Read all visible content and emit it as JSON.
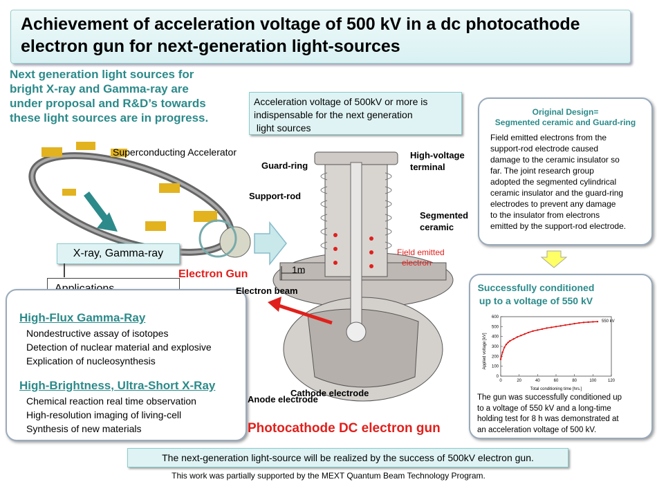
{
  "title": {
    "line1": "Achievement of acceleration voltage of 500 kV in a dc photocathode",
    "line2": "electron gun for next-generation light-sources"
  },
  "intro": {
    "line1": "Next generation light sources for",
    "line2": "bright X-ray and Gamma-ray are",
    "line3": "under proposal and R&D’s towards",
    "line4": "these light sources are in progress."
  },
  "accelerator_label": "Superconducting Accelerator",
  "xray_box": "X-ray, Gamma-ray",
  "applications_box": "Applications",
  "electron_gun_label": "Electron Gun",
  "gamma": {
    "heading": "High-Flux Gamma-Ray",
    "items": [
      "Nondestructive assay of isotopes",
      "Detection of nuclear material and explosive",
      "Explication of nucleosynthesis"
    ]
  },
  "xray": {
    "heading": "High-Brightness, Ultra-Short X-Ray",
    "items": [
      "Chemical reaction real time observation",
      "High-resolution imaging of living-cell",
      "Synthesis of new materials"
    ]
  },
  "voltage_note": {
    "line1": "Acceleration voltage of 500kV or more is",
    "line2": "indispensable for the next generation",
    "line3": " light sources"
  },
  "gun_labels": {
    "guard_ring": "Guard-ring",
    "support_rod": "Support-rod",
    "hv_terminal_1": "High-voltage",
    "hv_terminal_2": "terminal",
    "segmented_1": "Segmented",
    "segmented_2": "ceramic",
    "field_emitted_1": "Field emitted",
    "field_emitted_2": "electron",
    "scale": "1m",
    "electron_beam": "Electron beam",
    "anode": "Anode electrode",
    "cathode": "Cathode electrode",
    "caption": "Photocathode DC electron gun"
  },
  "design": {
    "title1": "Original Design=",
    "title2": "Segmented ceramic and Guard-ring",
    "lines": [
      "Field emitted electrons from the",
      "support-rod electrode caused",
      "damage to the ceramic insulator so",
      "far.  The joint research group",
      "adopted the segmented cylindrical",
      "ceramic insulator and the guard-ring",
      "electrodes to prevent any damage",
      "to the insulator from electrons",
      "emitted by the support-rod electrode."
    ]
  },
  "conditioning": {
    "title1": "Successfully conditioned",
    "title2": "up to a voltage of 550 kV",
    "lines": [
      "The gun was successfully conditioned up",
      "to a voltage of 550 kV and a long-time",
      "holding test for 8 h was demonstrated at",
      "an acceleration voltage of 500 kV."
    ]
  },
  "chart_data": {
    "type": "scatter",
    "xlabel": "Total conditioning time [hrs.]",
    "ylabel": "Applied voltage [kV]",
    "xlim": [
      0,
      120
    ],
    "ylim": [
      0,
      600
    ],
    "xticks": [
      "0",
      "20",
      "40",
      "60",
      "80",
      "100",
      "120"
    ],
    "yticks": [
      "0",
      "100",
      "200",
      "300",
      "400",
      "500",
      "600"
    ],
    "annotation": "550 kV",
    "series": [
      {
        "x": [
          0,
          2,
          4,
          6,
          8,
          10,
          14,
          18,
          22,
          26,
          30,
          35,
          40,
          45,
          50,
          55,
          60,
          65,
          70,
          75,
          80,
          85,
          90,
          95,
          100,
          105
        ],
        "values": [
          170,
          240,
          290,
          320,
          340,
          355,
          375,
          395,
          410,
          425,
          440,
          455,
          465,
          475,
          485,
          492,
          500,
          507,
          515,
          522,
          530,
          537,
          542,
          545,
          548,
          550
        ]
      }
    ]
  },
  "conclusion": "The next-generation light-source will be realized by the success of 500kV electron gun.",
  "footer": "This work was partially supported by the MEXT Quantum Beam Technology Program.",
  "colors": {
    "teal": "#2c8a8a",
    "red": "#e0201c",
    "callout": "#dff3f4"
  }
}
